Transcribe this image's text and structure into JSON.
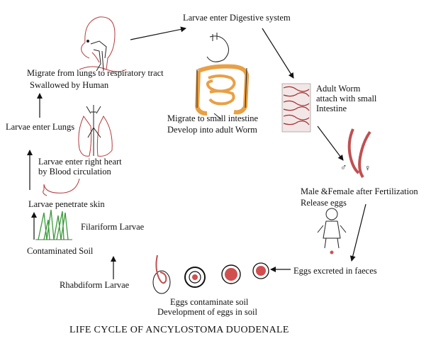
{
  "title": "LIFE CYCLE OF ANCYLOSTOMA DUODENALE",
  "labels": {
    "larvae_digestive": "Larvae enter Digestive system",
    "migrate_lungs": "Migrate from lungs to respiratory tract",
    "swallowed": "Swallowed by Human",
    "adult_worm_1": "Adult Worm",
    "adult_worm_2": "attach with small",
    "adult_worm_3": "Intestine",
    "migrate_intestine_1": "Migrate to small intestine",
    "migrate_intestine_2": "Develop into adult  Worm",
    "larvae_lungs": "Larvae enter Lungs",
    "larvae_heart_1": "Larvae enter right heart",
    "larvae_heart_2": "by Blood circulation",
    "male_female_1": "Male &Female after Fertilization",
    "male_female_2": "Release eggs",
    "penetrate_skin": "Larvae penetrate skin",
    "filariform": "Filariform Larvae",
    "contaminated_soil": "Contaminated Soil",
    "eggs_faeces": "Eggs excreted in faeces",
    "rhabdiform": "Rhabdiform Larvae",
    "eggs_soil_1": "Eggs contaminate soil",
    "eggs_soil_2": "Development of eggs in soil",
    "male_symbol": "♂",
    "female_symbol": "♀"
  },
  "colors": {
    "text": "#111111",
    "sketch_red": "#b33a3a",
    "intestine_orange": "#e8a046",
    "egg_red": "#d05050",
    "grass_green": "#3a9a3a"
  }
}
